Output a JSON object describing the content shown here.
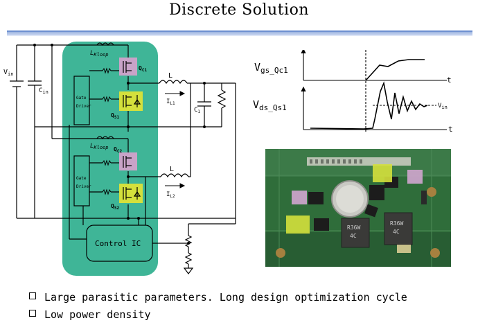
{
  "title": "Discrete Solution",
  "circuit": {
    "vin_label": "V",
    "vin_sub": "in",
    "cin_label": "C",
    "cin_sub": "in",
    "lkloop1": "L",
    "lkloop1_sub": "Kloop",
    "lkloop2": "L",
    "lkloop2_sub": "Kloop",
    "gate_driver_1": [
      "Gate",
      "Driver"
    ],
    "gate_driver_2": [
      "Gate",
      "Driver"
    ],
    "qc1": "Q",
    "qc1_sub": "C1",
    "qs1": "Q",
    "qs1_sub": "S1",
    "qc2": "Q",
    "qc2_sub": "C2",
    "qs2": "Q",
    "qs2_sub": "S2",
    "l1": "L",
    "l2": "L",
    "il1": "I",
    "il1_sub": "L1",
    "il2": "I",
    "il2_sub": "L2",
    "c1": "C",
    "c1_sub": "1",
    "control_ic": "Control IC"
  },
  "waveforms": {
    "vgs_label": "V",
    "vgs_sub": "gs_Qc1",
    "vds_label": "V",
    "vds_sub": "ds_Qs1",
    "t1": "t",
    "t2": "t",
    "vin_marker": "V",
    "vin_marker_sub": "in"
  },
  "bullets": [
    "Large parasitic parameters. Long design optimization cycle",
    "Low power density"
  ],
  "colors": {
    "module_fill": "#3fb597",
    "qc_fill": "#c9a3c8",
    "qs_fill": "#d4e03c",
    "rule_blue": "#6c8fd0",
    "board_green": "#2f6d3a"
  }
}
